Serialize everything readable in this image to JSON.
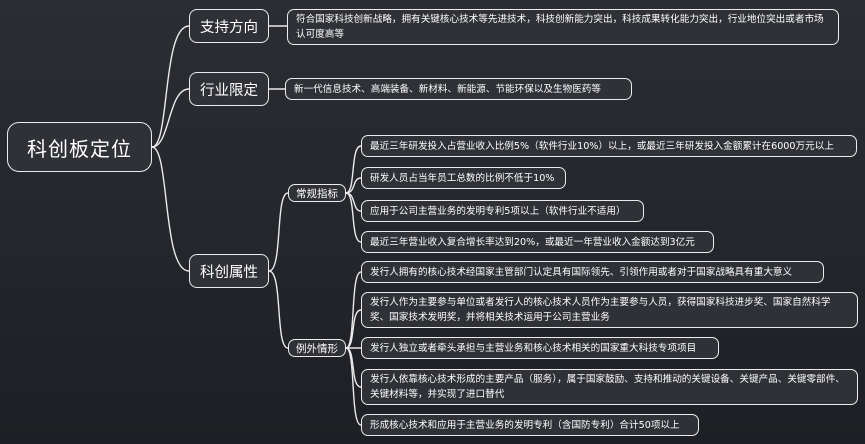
{
  "root": {
    "label": "科创板定位"
  },
  "branches": [
    {
      "label": "支持方向",
      "items": [
        "符合国家科技创新战略，拥有关键核心技术等先进技术，科技创新能力突出，科技成果转化能力突出，行业地位突出或者市场认可度高等"
      ]
    },
    {
      "label": "行业限定",
      "items": [
        "新一代信息技术、高端装备、新材料、新能源、节能环保以及生物医药等"
      ]
    },
    {
      "label": "科创属性",
      "groups": [
        {
          "label": "常规指标",
          "items": [
            "最近三年研发投入占营业收入比例5%（软件行业10%）以上，或最近三年研发投入金额累计在6000万元以上",
            "研发人员占当年员工总数的比例不低于10%",
            "应用于公司主营业务的发明专利5项以上（软件行业不适用）",
            "最近三年营业收入复合增长率达到20%，或最近一年营业收入金额达到3亿元"
          ]
        },
        {
          "label": "例外情形",
          "items": [
            "发行人拥有的核心技术经国家主管部门认定具有国际领先、引领作用或者对于国家战略具有重大意义",
            "发行人作为主要参与单位或者发行人的核心技术人员作为主要参与人员，获得国家科技进步奖、国家自然科学奖、国家技术发明奖，并将相关技术运用于公司主营业务",
            "发行人独立或者牵头承担与主营业务和核心技术相关的国家重大科技专项项目",
            "发行人依靠核心技术形成的主要产品（服务），属于国家鼓励、支持和推动的关键设备、关键产品、关键零部件、关键材料等，并实现了进口替代",
            "形成核心技术和应用于主营业务的发明专利（含国防专利）合计50项以上"
          ]
        }
      ]
    }
  ]
}
